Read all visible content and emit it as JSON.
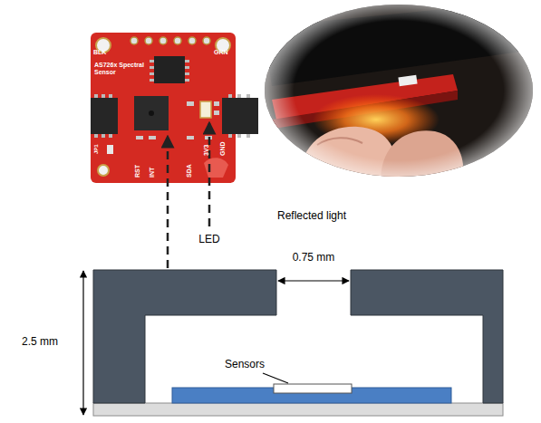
{
  "diagram": {
    "labels": [
      "BLK",
      "GRN",
      "AS726x Spectral Sensor",
      "RST",
      "INT",
      "SDA",
      "3V3",
      "GND",
      "JP1",
      "LED",
      "Reflected light",
      "0.75 mm",
      "2.5 mm",
      "Sensors"
    ]
  }
}
